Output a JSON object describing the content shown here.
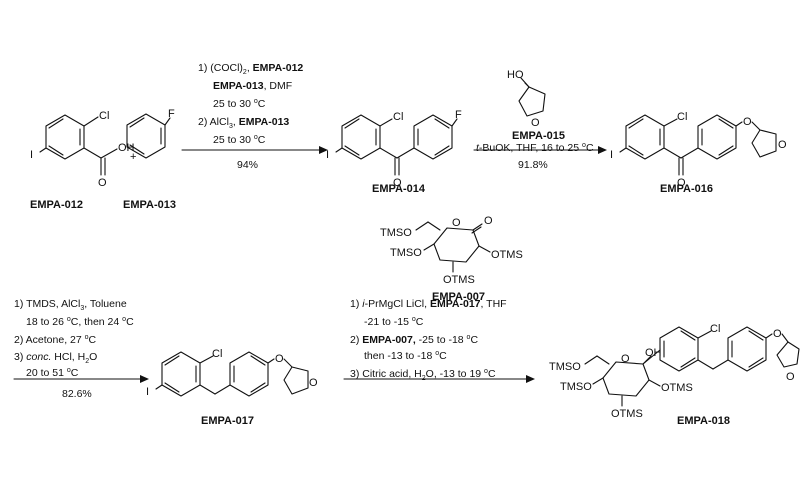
{
  "compounds": {
    "c012": "EMPA-012",
    "c013": "EMPA-013",
    "c014": "EMPA-014",
    "c015": "EMPA-015",
    "c016": "EMPA-016",
    "c007": "EMPA-007",
    "c017": "EMPA-017",
    "c018": "EMPA-018"
  },
  "atoms": {
    "cl": "Cl",
    "i": "I",
    "o": "O",
    "oh": "OH",
    "ho": "HO",
    "f": "F",
    "plus": "+",
    "tmso": "TMSO",
    "otms": "OTMS"
  },
  "step1": {
    "l1": "1) (COCl)",
    "l1_sub": "2",
    "l1_sep": ", ",
    "l1_cpd": "EMPA-012",
    "l2_cpd": "EMPA-013",
    "l2_rest": ", DMF",
    "l3": "25 to 30 ",
    "l3_deg": "o",
    "l3_unit": "C",
    "l4_a": "2) AlCl",
    "l4_sub": "3",
    "l4_sep": ", ",
    "l4_cpd": "EMPA-013",
    "l5": "25 to 30 ",
    "l5_deg": "o",
    "l5_unit": "C",
    "yield": "94%"
  },
  "step2": {
    "l1_it": "t",
    "l1": "-BuOK, THF, 16 to 25 ",
    "l1_deg": "o",
    "l1_unit": "C",
    "yield": "91.8%"
  },
  "step3": {
    "l1": "1) TMDS, AlCl",
    "l1_sub": "3",
    "l1_rest": ", Toluene",
    "l2": "18 to 26 ",
    "l2_deg": "o",
    "l2_mid": "C, then 24 ",
    "l2_deg2": "o",
    "l2_unit": "C",
    "l3": "2) Acetone, 27 ",
    "l3_deg": "o",
    "l3_unit": "C",
    "l4_a": "3) ",
    "l4_it": "conc.",
    "l4_b": " HCl, H",
    "l4_sub": "2",
    "l4_c": "O",
    "l5": "20 to 51 ",
    "l5_deg": "o",
    "l5_unit": "C",
    "yield": "82.6%"
  },
  "step4": {
    "l1_a": "1) ",
    "l1_it": "i",
    "l1_b": "-PrMgCl  LiCl, ",
    "l1_cpd": "EMPA-017",
    "l1_c": ", THF",
    "l2": "-21 to -15 ",
    "l2_deg": "o",
    "l2_unit": "C",
    "l3_a": "2) ",
    "l3_cpd": "EMPA-007,",
    "l3_b": " -25 to -18 ",
    "l3_deg": "o",
    "l3_unit": "C",
    "l4": "then -13 to -18 ",
    "l4_deg": "o",
    "l4_unit": "C",
    "l5_a": "3) Citric acid, H",
    "l5_sub": "2",
    "l5_b": "O, -13 to 19 ",
    "l5_deg": "o",
    "l5_unit": "C"
  }
}
